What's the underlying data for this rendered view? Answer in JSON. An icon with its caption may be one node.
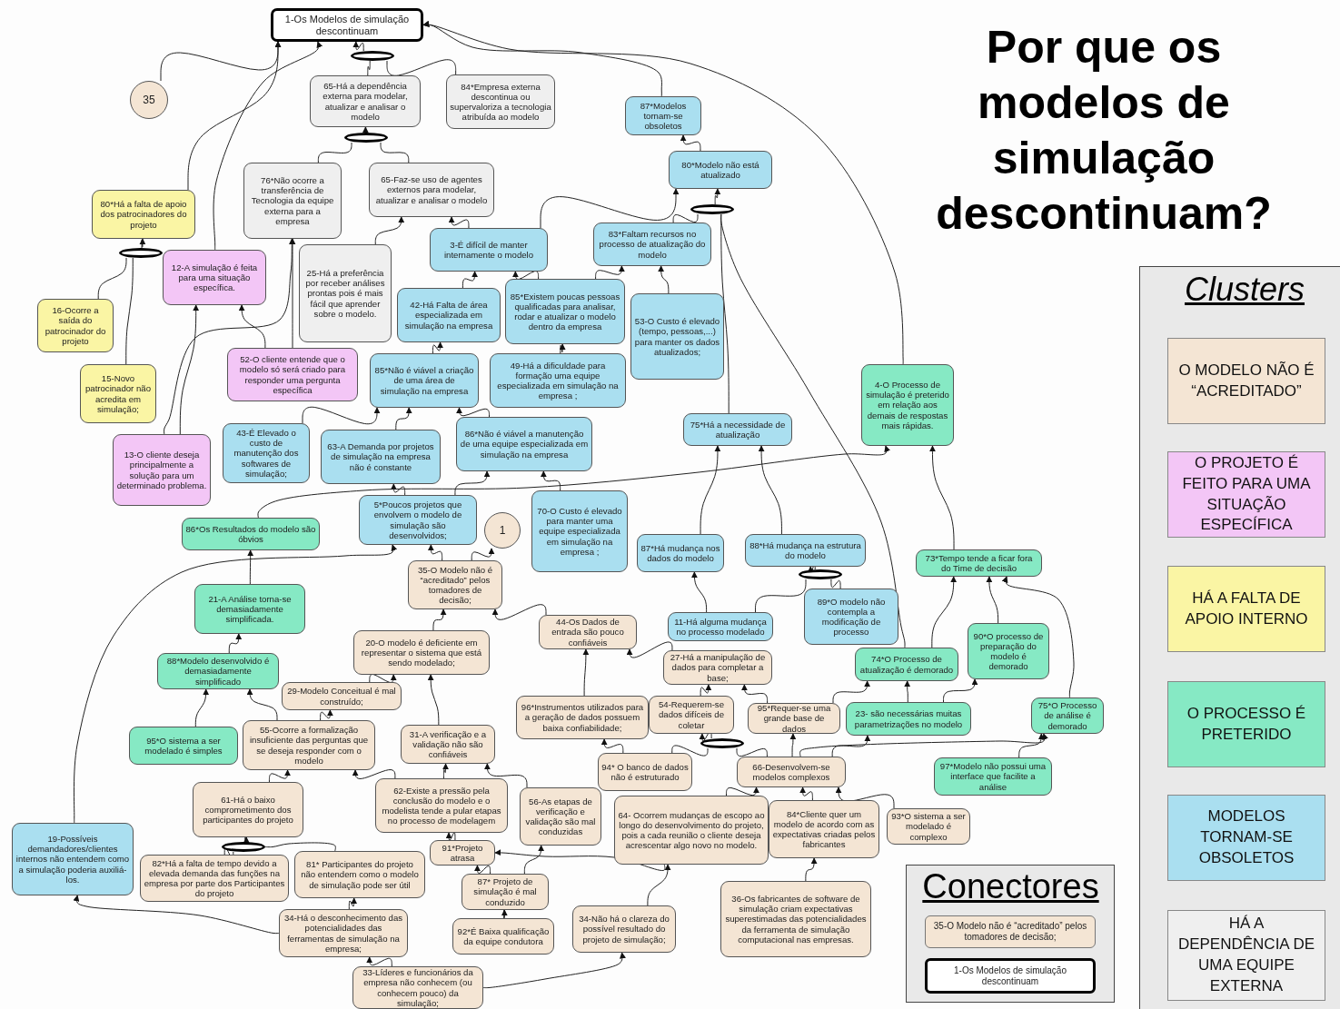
{
  "diagram": {
    "title": "Por que os modelos de simulação descontinuam?",
    "nodes": [
      {
        "text": [
          "1-Os Modelos de simulação descontinuam"
        ]
      },
      {
        "text": [
          "35"
        ]
      },
      {
        "text": [
          "65-Há a dependência externa para modelar, atualizar e analisar o modelo"
        ]
      },
      {
        "text": [
          "84*Empresa externa descontinua ou supervaloriza a tecnologia atribuída ao modelo"
        ]
      },
      {
        "text": [
          "87*Modelos tornam-se obsoletos"
        ]
      },
      {
        "text": [
          "80*Modelo não está atualizado"
        ]
      },
      {
        "text": [
          "76*Não ocorre a transferência de Tecnologia da equipe externa para a empresa"
        ]
      },
      {
        "text": [
          "65-Faz-se uso de agentes externos para modelar, atualizar e analisar o modelo"
        ]
      },
      {
        "text": [
          "80*Há a falta de apoio dos patrocinadores do projeto"
        ]
      },
      {
        "text": [
          "12-A simulação é feita para uma situação específica."
        ]
      },
      {
        "text": [
          "3-É difícil de manter internamente o modelo"
        ]
      },
      {
        "text": [
          "83*Faltam recursos no processo de atualização do modelo"
        ]
      },
      {
        "text": [
          "25-Há a preferência por receber análises prontas pois é mais fácil que aprender sobre o modelo."
        ]
      },
      {
        "text": [
          "16-Ocorre a saída do patrocinador do projeto"
        ]
      },
      {
        "text": [
          "42-Há Falta de área especializada em simulação na empresa"
        ]
      },
      {
        "text": [
          "85*Existem poucas pessoas qualificadas para analisar, rodar e atualizar o modelo dentro da empresa"
        ]
      },
      {
        "text": [
          "53-O Custo é elevado (tempo, pessoas,...) para manter os dados atualizados;"
        ]
      },
      {
        "text": [
          "15-Novo patrocinador não acredita em simulação;"
        ]
      },
      {
        "text": [
          "52-O cliente entende que o modelo só será criado para responder uma pergunta específica"
        ]
      },
      {
        "text": [
          "85*Não é viável a criação de uma área de simulação na empresa"
        ]
      },
      {
        "text": [
          "49-Há a dificuldade para formação uma equipe especializada em simulação na empresa ;"
        ]
      },
      {
        "text": [
          "4-O Processo de simulação é preterido em relação aos demais de respostas mais rápidas."
        ]
      },
      {
        "text": [
          "13-O cliente deseja principalmente a solução para um determinado problema."
        ]
      },
      {
        "text": [
          "43-É Elevado o custo de manutenção dos softwares de simulação;"
        ]
      },
      {
        "text": [
          "63-A Demanda por projetos de simulação na empresa não é constante"
        ]
      },
      {
        "text": [
          "86*Não é viável a manutenção de uma equipe especializada em simulação na empresa"
        ]
      },
      {
        "text": [
          "75*Há a necessidade de atualização"
        ]
      },
      {
        "text": [
          "5*Poucos projetos que envolvem o modelo de simulação são desenvolvidos;"
        ]
      },
      {
        "text": [
          "1"
        ]
      },
      {
        "text": [
          "70-O Custo é elevado para manter uma equipe especializada em simulação na empresa ;"
        ]
      },
      {
        "text": [
          "86*Os Resultados do modelo são óbvios"
        ]
      },
      {
        "text": [
          "87*Há mudança nos dados do modelo"
        ]
      },
      {
        "text": [
          "88*Há mudança na estrutura do modelo"
        ]
      },
      {
        "text": [
          "73*Tempo tende a ficar fora do Time de decisão"
        ]
      },
      {
        "text": [
          "35-O Modelo não é “acreditado” pelos tomadores de decisão;"
        ]
      },
      {
        "text": [
          "21-A Análise torna-se demasiadamente simplificada."
        ]
      },
      {
        "text": [
          "89*O modelo não contempla a modificação de processo"
        ]
      },
      {
        "text": [
          "44-Os Dados de entrada são pouco confiáveis"
        ]
      },
      {
        "text": [
          "11-Há alguma mudança no processo modelado"
        ]
      },
      {
        "text": [
          "90*O processo de preparação do modelo é demorado"
        ]
      },
      {
        "text": [
          "20-O modelo é deficiente em representar o sistema que está sendo modelado;"
        ]
      },
      {
        "text": [
          "74*O Processo de atualização é demorado"
        ]
      },
      {
        "text": [
          "88*Modelo desenvolvido é demasiadamente simplificado"
        ]
      },
      {
        "text": [
          "27-Há a manipulação de dados para completar a base;"
        ]
      },
      {
        "text": [
          "29-Modelo Conceitual é mal construído;"
        ]
      },
      {
        "text": [
          "96*Instrumentos utilizados para a geração de dados possuem baixa confiabilidade;"
        ]
      },
      {
        "text": [
          "54-Requerem-se dados difíceis de coletar"
        ]
      },
      {
        "text": [
          "95*Requer-se uma grande base de dados"
        ]
      },
      {
        "text": [
          "23- são necessárias muitas parametrizações no modelo"
        ]
      },
      {
        "text": [
          "75*O Processo de análise é demorado"
        ]
      },
      {
        "text": [
          "95*O sistema a ser modelado é simples"
        ]
      },
      {
        "text": [
          "55-Ocorre a formalização insuficiente das perguntas que se deseja responder com o modelo"
        ]
      },
      {
        "text": [
          "31-A verificação e a validação não são confiáveis"
        ]
      },
      {
        "text": [
          "94* O banco de dados não é estruturado"
        ]
      },
      {
        "text": [
          "66-Desenvolvem-se modelos complexos"
        ]
      },
      {
        "text": [
          "97*Modelo não possui uma interface que facilite a análise"
        ]
      },
      {
        "text": [
          "61-Há o baixo comprometimento dos participantes do projeto"
        ]
      },
      {
        "text": [
          "62-Existe a pressão pela conclusão do modelo e o modelista tende a pular etapas no processo de modelagem"
        ]
      },
      {
        "text": [
          "56-As etapas de verificação e validação são mal conduzidas"
        ]
      },
      {
        "text": [
          "64- Ocorrem mudanças de escopo ao longo do desenvolvimento do projeto, pois a cada reunião o cliente deseja acrescentar algo novo no modelo."
        ]
      },
      {
        "text": [
          "84*Cliente quer um modelo de acordo com as expectativas criadas pelos fabricantes"
        ]
      },
      {
        "text": [
          "93*O sistema a ser modelado é complexo"
        ]
      },
      {
        "text": [
          "19-Possíveis demandadores/clientes internos não entendem como a simulação poderia auxiliá-los."
        ]
      },
      {
        "text": [
          "82*Há a falta de tempo devido a elevada demanda das funções na empresa por parte dos Participantes do projeto"
        ]
      },
      {
        "text": [
          "81* Participantes do projeto não entendem como o modelo de simulação pode ser útil"
        ]
      },
      {
        "text": [
          "91*Projeto atrasa"
        ]
      },
      {
        "text": [
          "87* Projeto de simulação é mal conduzido"
        ]
      },
      {
        "text": [
          "34-Há o desconhecimento das potencialidades das ferramentas de simulação na empresa;"
        ]
      },
      {
        "text": [
          "92*É Baixa qualificação da equipe condutora"
        ]
      },
      {
        "text": [
          "34-Não há o clareza do possível resultado do projeto de simulação;"
        ]
      },
      {
        "text": [
          "36-Os fabricantes de software de simulação criam expectativas superestimadas das potencialidades da ferramenta de simulação computacional nas empresas."
        ]
      },
      {
        "text": [
          "33-Líderes e funcionários da empresa não conhecem (ou conhecem pouco) da simulação;"
        ]
      },
      {
        "text": [],
        "shape": "ellipse"
      },
      {
        "text": [],
        "shape": "ellipse"
      },
      {
        "text": [],
        "shape": "ellipse"
      },
      {
        "text": [],
        "shape": "ellipse"
      },
      {
        "text": [],
        "shape": "ellipse"
      },
      {
        "text": [],
        "shape": "ellipse"
      },
      {
        "text": [],
        "shape": "ellipse"
      }
    ],
    "edges": [
      {
        "from": 1,
        "to": 0,
        "arrow": "to"
      },
      {
        "from": 8,
        "to": 0,
        "arrow": "to"
      },
      {
        "from": 9,
        "to": 0,
        "arrow": "to"
      },
      {
        "from": 72,
        "to": 0,
        "arrow": "to"
      },
      {
        "from": 2,
        "to": 72,
        "arrow": "none"
      },
      {
        "from": 3,
        "to": 72,
        "arrow": "none"
      },
      {
        "from": 4,
        "to": 0,
        "arrow": "to"
      },
      {
        "from": 21,
        "to": 0,
        "arrow": "to"
      },
      {
        "from": 73,
        "to": 2,
        "arrow": "to"
      },
      {
        "from": 6,
        "to": 73,
        "arrow": "none"
      },
      {
        "from": 7,
        "to": 73,
        "arrow": "none"
      },
      {
        "from": 5,
        "to": 4,
        "arrow": "to"
      },
      {
        "from": 74,
        "to": 5,
        "arrow": "to"
      },
      {
        "from": 11,
        "to": 74,
        "arrow": "none"
      },
      {
        "from": 26,
        "to": 74,
        "arrow": "none"
      },
      {
        "from": 41,
        "to": 74,
        "arrow": "none"
      },
      {
        "from": 10,
        "to": 5,
        "arrow": "to"
      },
      {
        "from": 10,
        "to": 7,
        "arrow": "to"
      },
      {
        "from": 12,
        "to": 7,
        "arrow": "to"
      },
      {
        "from": 14,
        "to": 10,
        "arrow": "to"
      },
      {
        "from": 15,
        "to": 10,
        "arrow": "to"
      },
      {
        "from": 15,
        "to": 11,
        "arrow": "to"
      },
      {
        "from": 16,
        "to": 11,
        "arrow": "to"
      },
      {
        "from": 19,
        "to": 14,
        "arrow": "to"
      },
      {
        "from": 20,
        "to": 15,
        "arrow": "to"
      },
      {
        "from": 18,
        "to": 6,
        "arrow": "to"
      },
      {
        "from": 18,
        "to": 9,
        "arrow": "to"
      },
      {
        "from": 22,
        "to": 9,
        "arrow": "to"
      },
      {
        "from": 22,
        "to": 6,
        "arrow": "to"
      },
      {
        "from": 75,
        "to": 8,
        "arrow": "to"
      },
      {
        "from": 13,
        "to": 75,
        "arrow": "none"
      },
      {
        "from": 17,
        "to": 75,
        "arrow": "none"
      },
      {
        "from": 23,
        "to": 19,
        "arrow": "to"
      },
      {
        "from": 24,
        "to": 19,
        "arrow": "to"
      },
      {
        "from": 25,
        "to": 19,
        "arrow": "to"
      },
      {
        "from": 27,
        "to": 24,
        "arrow": "to"
      },
      {
        "from": 27,
        "to": 25,
        "arrow": "to"
      },
      {
        "from": 29,
        "to": 25,
        "arrow": "to"
      },
      {
        "from": 30,
        "to": 21,
        "arrow": "to"
      },
      {
        "from": 33,
        "to": 21,
        "arrow": "to"
      },
      {
        "from": 62,
        "to": 27,
        "arrow": "to"
      },
      {
        "from": 34,
        "to": 27,
        "arrow": "to"
      },
      {
        "from": 34,
        "to": 28,
        "arrow": "to"
      },
      {
        "from": 31,
        "to": 26,
        "arrow": "to"
      },
      {
        "from": 32,
        "to": 26,
        "arrow": "to"
      },
      {
        "from": 38,
        "to": 31,
        "arrow": "to"
      },
      {
        "from": 76,
        "to": 32,
        "arrow": "to"
      },
      {
        "from": 38,
        "to": 76,
        "arrow": "none"
      },
      {
        "from": 36,
        "to": 76,
        "arrow": "none"
      },
      {
        "from": 41,
        "to": 33,
        "arrow": "to"
      },
      {
        "from": 39,
        "to": 33,
        "arrow": "to"
      },
      {
        "from": 49,
        "to": 33,
        "arrow": "to"
      },
      {
        "from": 48,
        "to": 41,
        "arrow": "to"
      },
      {
        "from": 48,
        "to": 39,
        "arrow": "to"
      },
      {
        "from": 47,
        "to": 41,
        "arrow": "to"
      },
      {
        "from": 46,
        "to": 43,
        "arrow": "to"
      },
      {
        "from": 47,
        "to": 43,
        "arrow": "to"
      },
      {
        "from": 54,
        "to": 47,
        "arrow": "to"
      },
      {
        "from": 54,
        "to": 48,
        "arrow": "to"
      },
      {
        "from": 54,
        "to": 49,
        "arrow": "to"
      },
      {
        "from": 55,
        "to": 49,
        "arrow": "to"
      },
      {
        "from": 77,
        "to": 46,
        "arrow": "to"
      },
      {
        "from": 53,
        "to": 77,
        "arrow": "none"
      },
      {
        "from": 54,
        "to": 77,
        "arrow": "none"
      },
      {
        "from": 53,
        "to": 45,
        "arrow": "to"
      },
      {
        "from": 45,
        "to": 37,
        "arrow": "to"
      },
      {
        "from": 43,
        "to": 37,
        "arrow": "to"
      },
      {
        "from": 37,
        "to": 34,
        "arrow": "to"
      },
      {
        "from": 40,
        "to": 34,
        "arrow": "to"
      },
      {
        "from": 44,
        "to": 40,
        "arrow": "to"
      },
      {
        "from": 52,
        "to": 40,
        "arrow": "to"
      },
      {
        "from": 51,
        "to": 44,
        "arrow": "to"
      },
      {
        "from": 51,
        "to": 42,
        "arrow": "to"
      },
      {
        "from": 50,
        "to": 42,
        "arrow": "to"
      },
      {
        "from": 42,
        "to": 35,
        "arrow": "to"
      },
      {
        "from": 35,
        "to": 30,
        "arrow": "to"
      },
      {
        "from": 56,
        "to": 51,
        "arrow": "to"
      },
      {
        "from": 57,
        "to": 51,
        "arrow": "to"
      },
      {
        "from": 57,
        "to": 52,
        "arrow": "to"
      },
      {
        "from": 58,
        "to": 52,
        "arrow": "to"
      },
      {
        "from": 78,
        "to": 56,
        "arrow": "to"
      },
      {
        "from": 63,
        "to": 78,
        "arrow": "none"
      },
      {
        "from": 64,
        "to": 78,
        "arrow": "none"
      },
      {
        "from": 65,
        "to": 57,
        "arrow": "to"
      },
      {
        "from": 66,
        "to": 65,
        "arrow": "to"
      },
      {
        "from": 66,
        "to": 58,
        "arrow": "to"
      },
      {
        "from": 68,
        "to": 66,
        "arrow": "to"
      },
      {
        "from": 59,
        "to": 65,
        "arrow": "to"
      },
      {
        "from": 69,
        "to": 59,
        "arrow": "to"
      },
      {
        "from": 67,
        "to": 64,
        "arrow": "to"
      },
      {
        "from": 67,
        "to": 62,
        "arrow": "to"
      },
      {
        "from": 71,
        "to": 67,
        "arrow": "to"
      },
      {
        "from": 71,
        "to": 69,
        "arrow": "to"
      },
      {
        "from": 59,
        "to": 54,
        "arrow": "to"
      },
      {
        "from": 60,
        "to": 54,
        "arrow": "to"
      },
      {
        "from": 61,
        "to": 54,
        "arrow": "to"
      },
      {
        "from": 70,
        "to": 60,
        "arrow": "to"
      }
    ],
    "labels": [
      "Clusters",
      "Conectores"
    ],
    "legend": [
      {
        "text": "O MODELO NÃO É “ACREDITADO”",
        "color": "#f4e5d4"
      },
      {
        "text": "O PROJETO É FEITO PARA UMA SITUAÇÃO ESPECÍFICA",
        "color": "#f3c6f6"
      },
      {
        "text": "HÁ A FALTA DE APOIO INTERNO",
        "color": "#faf5a4"
      },
      {
        "text": "O PROCESSO É PRETERIDO",
        "color": "#86e9c4"
      },
      {
        "text": "MODELOS TORNAM-SE OBSOLETOS",
        "color": "#aadff0"
      },
      {
        "text": "HÁ A DEPENDÊNCIA DE UMA EQUIPE EXTERNA",
        "color": "#efefef"
      },
      {
        "text": "35-O Modelo não é “acreditado” pelos tomadores de decisão;"
      },
      {
        "text": "1-Os Modelos de simulação descontinuam"
      }
    ]
  }
}
